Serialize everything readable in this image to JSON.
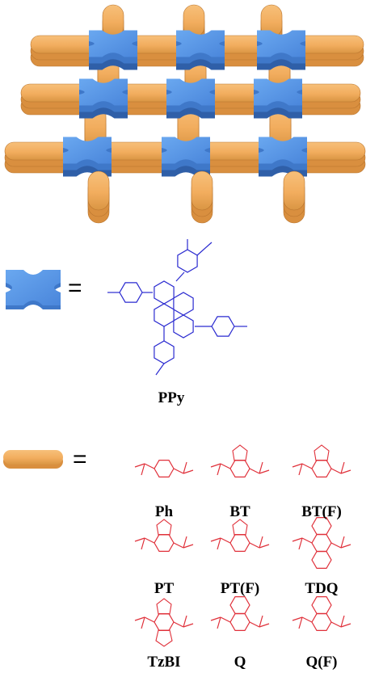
{
  "colors": {
    "linker_fill": "#f2ad5e",
    "linker_shade": "#d98f3f",
    "linker_dark": "#b8742e",
    "node_fill": "#5b9bea",
    "node_shade": "#3f78c9",
    "node_dark": "#2f5fa8",
    "node_molecule": "#2a2ad0",
    "linker_molecule": "#e0303a"
  },
  "equals_sign": "=",
  "node": {
    "label": "PPy"
  },
  "linkers": [
    {
      "key": "ph",
      "label": "Ph"
    },
    {
      "key": "bt",
      "label": "BT"
    },
    {
      "key": "btf",
      "label": "BT(F)"
    },
    {
      "key": "pt",
      "label": "PT"
    },
    {
      "key": "ptf",
      "label": "PT(F)"
    },
    {
      "key": "tdq",
      "label": "TDQ"
    },
    {
      "key": "tzbi",
      "label": "TzBI"
    },
    {
      "key": "q",
      "label": "Q"
    },
    {
      "key": "qf",
      "label": "Q(F)"
    }
  ]
}
